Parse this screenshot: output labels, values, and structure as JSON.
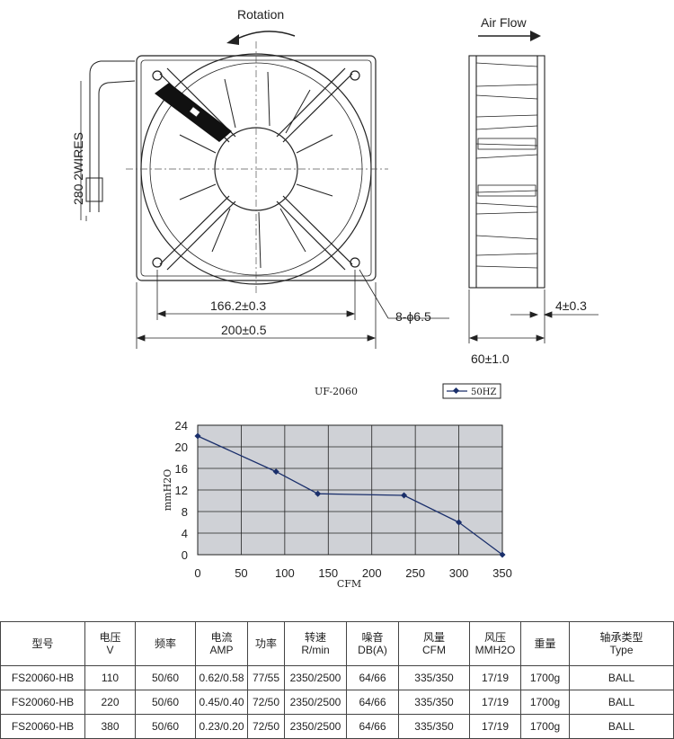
{
  "drawing": {
    "rotation_label": "Rotation",
    "airflow_label": "Air Flow",
    "wires_label": "280 2WIRES",
    "dim_inner": "166.2±0.3",
    "dim_outer": "200±0.5",
    "dim_holes": "8-ϕ6.5",
    "dim_flange": "4±0.3",
    "dim_depth": "60±1.0"
  },
  "chart_data": {
    "type": "line",
    "title": "UF-2060",
    "legend": "50HZ",
    "xlabel": "CFM",
    "ylabel": "mmH2O",
    "x_ticks": [
      0,
      50,
      100,
      150,
      200,
      250,
      300,
      350
    ],
    "y_ticks": [
      0,
      4,
      8,
      12,
      16,
      20,
      24
    ],
    "xlim": [
      0,
      350
    ],
    "ylim": [
      0,
      24
    ],
    "grid": true,
    "legend_position": "top-right",
    "series": [
      {
        "name": "50HZ",
        "color": "#1a2f6b",
        "x": [
          0,
          90,
          138,
          237,
          300,
          350
        ],
        "y": [
          22,
          15.4,
          11.3,
          11,
          6,
          0
        ]
      }
    ]
  },
  "table": {
    "headers": [
      [
        "型号"
      ],
      [
        "电压",
        "V"
      ],
      [
        "频率"
      ],
      [
        "电流",
        "AMP"
      ],
      [
        "功率"
      ],
      [
        "转速",
        "R/min"
      ],
      [
        "噪音",
        "DB(A)"
      ],
      [
        "风量",
        "CFM"
      ],
      [
        "风压",
        "MMH2O"
      ],
      [
        "重量"
      ],
      [
        "轴承类型",
        "Type"
      ]
    ],
    "rows": [
      [
        "FS20060-HB",
        "110",
        "50/60",
        "0.62/0.58",
        "77/55",
        "2350/2500",
        "64/66",
        "335/350",
        "17/19",
        "1700g",
        "BALL"
      ],
      [
        "FS20060-HB",
        "220",
        "50/60",
        "0.45/0.40",
        "72/50",
        "2350/2500",
        "64/66",
        "335/350",
        "17/19",
        "1700g",
        "BALL"
      ],
      [
        "FS20060-HB",
        "380",
        "50/60",
        "0.23/0.20",
        "72/50",
        "2350/2500",
        "64/66",
        "335/350",
        "17/19",
        "1700g",
        "BALL"
      ]
    ]
  }
}
